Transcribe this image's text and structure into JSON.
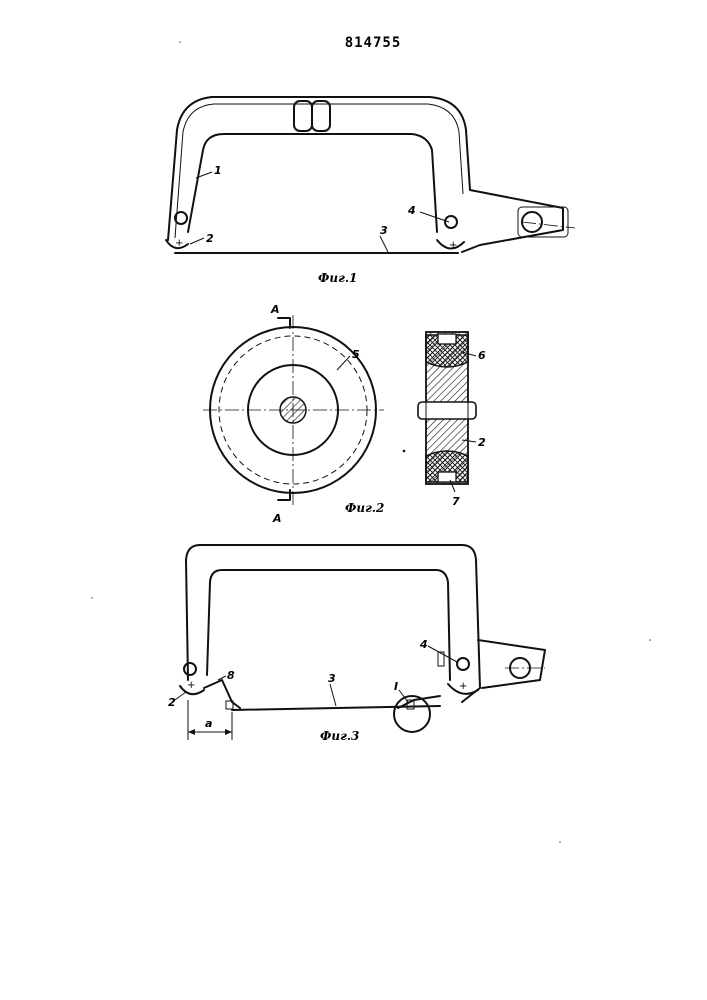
{
  "header": {
    "doc_number": "814755"
  },
  "figures": {
    "fig1": {
      "caption": "Фиг.1",
      "labels": {
        "frame": "1",
        "roller": "2",
        "band": "3",
        "axle": "4"
      }
    },
    "fig2": {
      "caption": "Фиг.2",
      "labels": {
        "section_top": "A",
        "section_bottom": "A",
        "disc": "5",
        "rim": "6",
        "hub": "2",
        "insert": "7"
      }
    },
    "fig3": {
      "caption": "Фиг.3",
      "labels": {
        "roller": "2",
        "stop": "8",
        "band": "3",
        "axle": "4",
        "detail": "I",
        "dimension": "a"
      }
    }
  }
}
